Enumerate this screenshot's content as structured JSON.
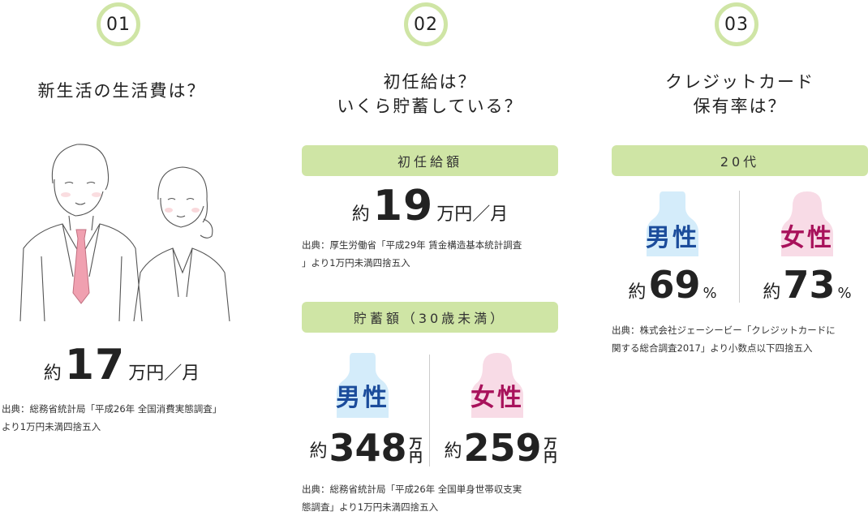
{
  "col1": {
    "number": "01",
    "heading": "新生活の生活費は？",
    "amount_prefix": "約",
    "amount": "17",
    "amount_unit": "万円／月",
    "source_line1": "出典：総務省統計局「平成26年 全国消費実態調査」",
    "source_line2": "より1万円未満四捨五入"
  },
  "col2": {
    "number": "02",
    "heading_line1": "初任給は？",
    "heading_line2": "いくら貯蓄している？",
    "bar1_label": "初任給額",
    "salary_prefix": "約",
    "salary": "19",
    "salary_unit": "万円／月",
    "source1_line1": "出典：厚生労働省「平成29年 賃金構造基本統計調査",
    "source1_line2": "」より1万円未満四捨五入",
    "bar2_label": "貯蓄額（30歳未満）",
    "male_label": "男性",
    "female_label": "女性",
    "male_prefix": "約",
    "male_amount": "348",
    "female_prefix": "約",
    "female_amount": "259",
    "unit_top": "万",
    "unit_bottom": "円",
    "source2_line1": "出典：総務省統計局「平成26年 全国単身世帯収支実",
    "source2_line2": "態調査」より1万円未満四捨五入"
  },
  "col3": {
    "number": "03",
    "heading_line1": "クレジットカード",
    "heading_line2": "保有率は？",
    "bar_label": "20代",
    "male_label": "男性",
    "female_label": "女性",
    "male_prefix": "約",
    "male_pct": "69",
    "female_prefix": "約",
    "female_pct": "73",
    "pct_unit": "%",
    "source_line1": "出典：株式会社ジェーシービー「クレジットカードに",
    "source_line2": "関する総合調査2017」より小数点以下四捨五入"
  },
  "colors": {
    "accent_green": "#cfe5a5",
    "male_blue": "#1b4c9b",
    "female_magenta": "#a8125b",
    "male_silhouette": "#d4ecfa",
    "female_silhouette": "#f8dbe6"
  }
}
